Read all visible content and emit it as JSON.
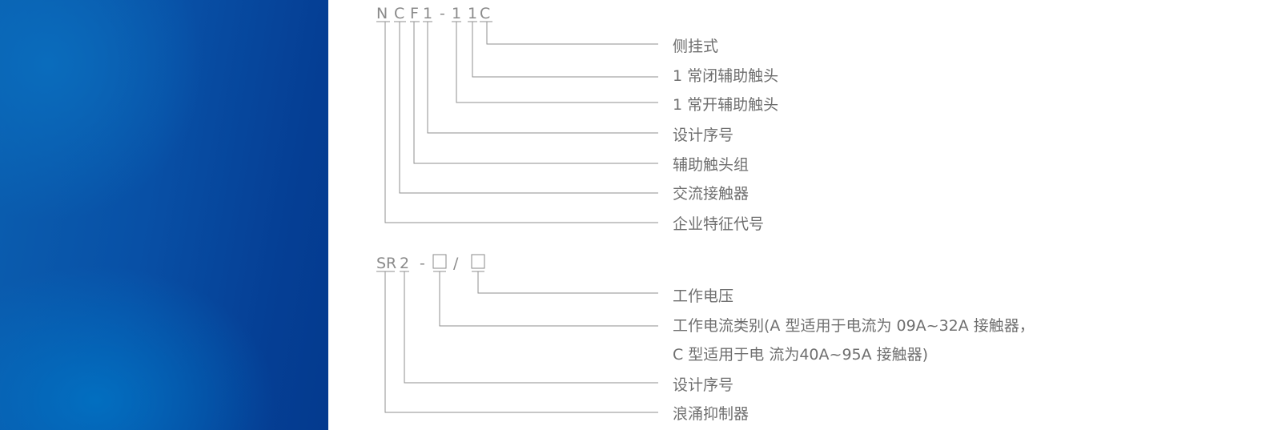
{
  "model1": {
    "code_chars": [
      "N",
      "C",
      "F",
      "1",
      "-",
      "1",
      "1",
      "C"
    ],
    "labels": [
      "侧挂式",
      "1 常闭辅助触头",
      "1 常开辅助触头",
      "设计序号",
      "辅助触头组",
      "交流接触器",
      "企业特征代号"
    ]
  },
  "model2": {
    "code_chars": [
      "SR",
      "2",
      "-",
      "/"
    ],
    "labels": [
      "工作电压",
      "工作电流类别(A 型适用于电流为 09A~32A 接触器，",
      "C 型适用于电 流为40A~95A 接触器)",
      "设计序号",
      "浪涌抑制器"
    ]
  },
  "colors": {
    "panel_blue": "#0850a6",
    "text_gray": "#6f6f6f",
    "line_gray": "#8f8f8f"
  }
}
